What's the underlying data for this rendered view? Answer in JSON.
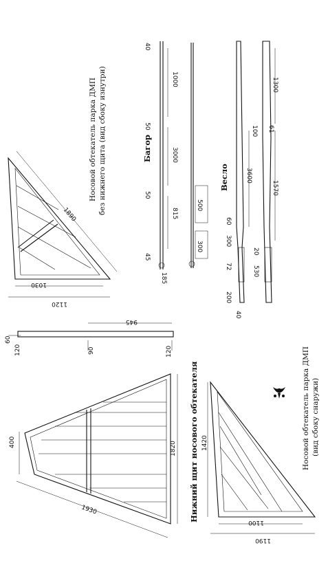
{
  "captions": {
    "inner_view_line1": "Носовой обтекатель парка ДМП",
    "inner_view_line2": "без нижнего щита (вид сбоку изнутри)",
    "outer_view_line1": "Носовой обтекатель парка ДМП",
    "outer_view_line2": "(вид сбоку снаружи)",
    "lower_shield": "Нижний щит носового обтекателя",
    "boat_hook": "Багор",
    "oar": "Весло"
  },
  "dims": {
    "inner_hyp": "1890",
    "inner_base": "1030",
    "inner_base_total": "1120",
    "strip_w60": "60",
    "strip_w120a": "120",
    "strip_len": "945",
    "strip_w90": "90",
    "strip_w120b": "120",
    "hook_40": "40",
    "hook_1000": "1000",
    "hook_50a": "50",
    "hook_3000": "3000",
    "hook_50b": "50",
    "hook_815": "815",
    "hook_45": "45",
    "hook_185": "185",
    "hook_500": "500",
    "hook_300": "300",
    "oar_1300": "1300",
    "oar_100": "100",
    "oar_61": "61",
    "oar_3600": "3600",
    "oar_1570": "1570",
    "oar_60": "60",
    "oar_300": "300",
    "oar_20": "20",
    "oar_72": "72",
    "oar_530": "530",
    "oar_200": "200",
    "oar_40": "40",
    "shield_400": "400",
    "shield_1820": "1820",
    "shield_1930": "1930",
    "outer_1420": "1420",
    "outer_1100": "1100",
    "outer_1190": "1190"
  },
  "emblem_icon": "eagle-emblem-icon"
}
